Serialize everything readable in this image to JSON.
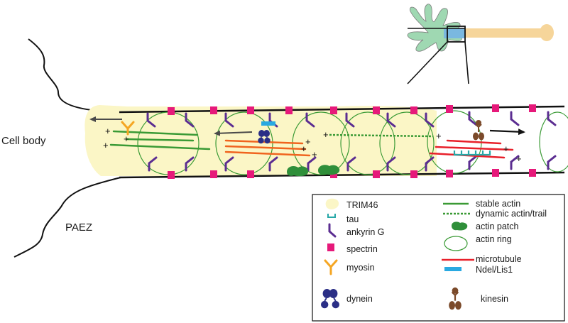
{
  "labels": {
    "cell_body": "Cell body",
    "paez": "PAEZ"
  },
  "legend": {
    "left": [
      {
        "key": "trim46",
        "label": "TRIM46"
      },
      {
        "key": "tau",
        "label": "tau"
      },
      {
        "key": "ankyrin_g",
        "label": "ankyrin G"
      },
      {
        "key": "spectrin",
        "label": "spectrin"
      },
      {
        "key": "myosin",
        "label": "myosin"
      },
      {
        "key": "dynein",
        "label": "dynein"
      }
    ],
    "right": [
      {
        "key": "stable_actin",
        "label": "stable actin"
      },
      {
        "key": "dynamic_actin",
        "label": "dynamic actin/trail"
      },
      {
        "key": "actin_patch",
        "label": "actin patch"
      },
      {
        "key": "actin_ring",
        "label": "actin ring"
      },
      {
        "key": "microtubule",
        "label": "microtubule"
      },
      {
        "key": "ndel_lis1",
        "label": "Ndel/Lis1"
      },
      {
        "key": "kinesin",
        "label": "kinesin"
      }
    ]
  },
  "colors": {
    "trim46": "#fbf6c6",
    "stable_actin": "#3a9a35",
    "actin_ring": "#3a9a35",
    "actin_patch": "#2f8f3a",
    "microtubule_red": "#e8202a",
    "microtubule_orange": "#f0641e",
    "spectrin": "#e6197a",
    "ankyrin_g": "#5b2d91",
    "myosin": "#f5a623",
    "dynein": "#2b2f86",
    "kinesin": "#7b4a2a",
    "tau": "#27a8a8",
    "ndel_lis1": "#29a9e1",
    "neuron_soma": "#9fd8b2",
    "neuron_ais": "#7ab8e0",
    "neuron_axon": "#f6d59a",
    "arrow": "#4a4a4a"
  }
}
